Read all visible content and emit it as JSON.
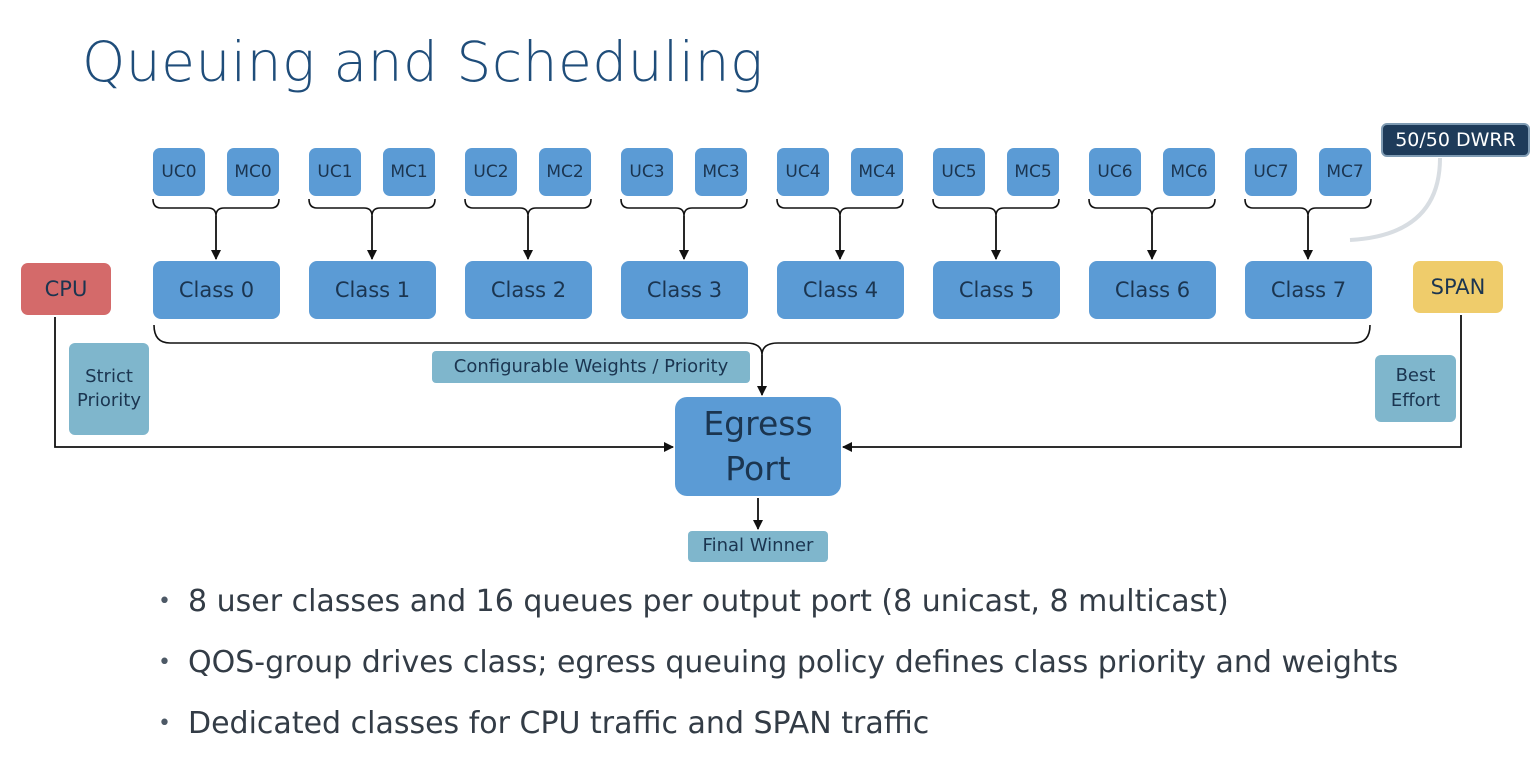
{
  "title": "Queuing and Scheduling",
  "queues": [
    {
      "uc": "UC0",
      "mc": "MC0"
    },
    {
      "uc": "UC1",
      "mc": "MC1"
    },
    {
      "uc": "UC2",
      "mc": "MC2"
    },
    {
      "uc": "UC3",
      "mc": "MC3"
    },
    {
      "uc": "UC4",
      "mc": "MC4"
    },
    {
      "uc": "UC5",
      "mc": "MC5"
    },
    {
      "uc": "UC6",
      "mc": "MC6"
    },
    {
      "uc": "UC7",
      "mc": "MC7"
    }
  ],
  "classes": [
    "Class 0",
    "Class 1",
    "Class 2",
    "Class 3",
    "Class 4",
    "Class 5",
    "Class 6",
    "Class 7"
  ],
  "callout": "50/50 DWRR",
  "cpu": {
    "label": "CPU",
    "priority_line1": "Strict",
    "priority_line2": "Priority"
  },
  "span": {
    "label": "SPAN",
    "priority_line1": "Best",
    "priority_line2": "Effort"
  },
  "weights_label": "Configurable Weights / Priority",
  "egress": {
    "line1": "Egress",
    "line2": "Port"
  },
  "final_label": "Final Winner",
  "bullets": [
    "8 user classes and 16 queues per output port (8 unicast, 8 multicast)",
    "QOS-group drives class; egress queuing policy defines class priority and weights",
    "Dedicated classes for CPU traffic and SPAN traffic"
  ],
  "colors": {
    "title": "#1f4d7a",
    "queue_fill": "#5b9bd5",
    "cpu_fill": "#d46a6a",
    "span_fill": "#efcc6b",
    "label_fill": "#7fb6cc",
    "callout_fill": "#1e3b5a"
  }
}
